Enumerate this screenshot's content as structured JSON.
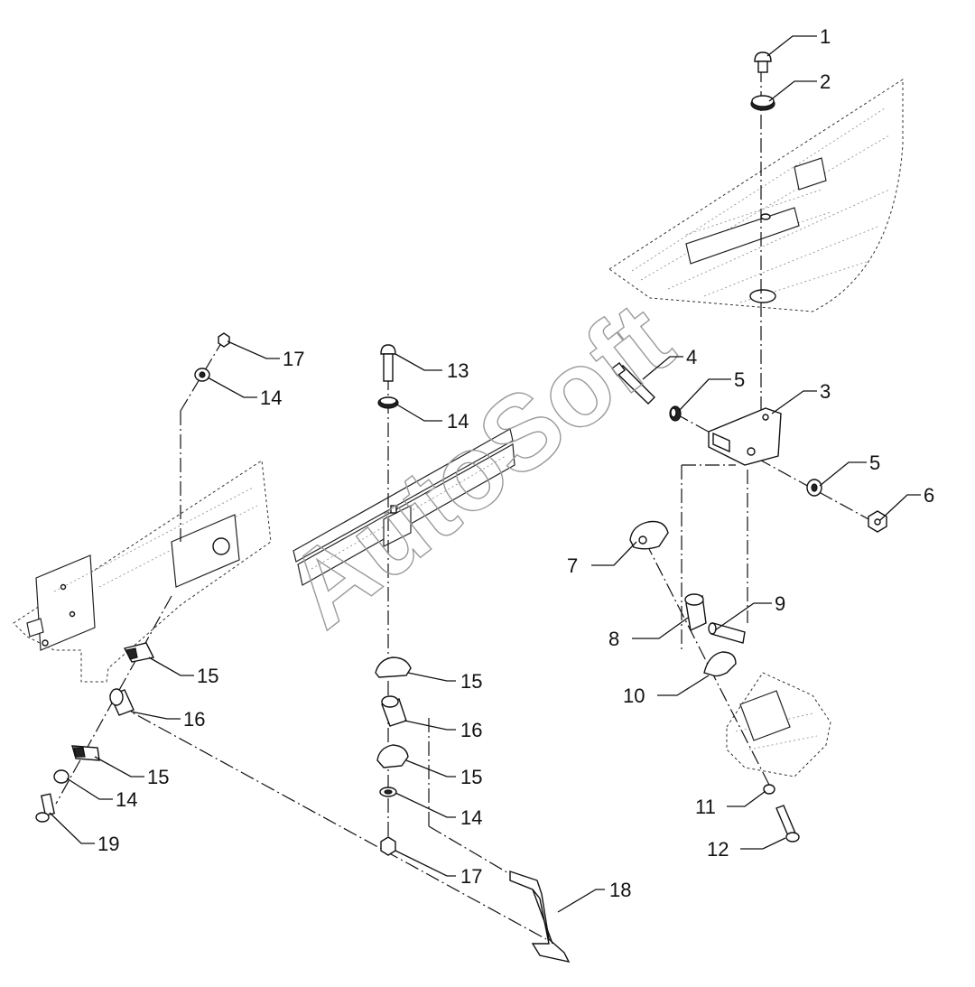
{
  "watermark": "AutoSoft",
  "callouts": {
    "c1": "1",
    "c2": "2",
    "c3": "3",
    "c4": "4",
    "c5a": "5",
    "c5b": "5",
    "c6": "6",
    "c7": "7",
    "c8": "8",
    "c9": "9",
    "c10": "10",
    "c11": "11",
    "c12": "12",
    "c13": "13",
    "c14a": "14",
    "c14b": "14",
    "c14c": "14",
    "c14d": "14",
    "c15a": "15",
    "c15b": "15",
    "c15c": "15",
    "c15d": "15",
    "c16a": "16",
    "c16b": "16",
    "c17a": "17",
    "c17b": "17",
    "c18": "18",
    "c19": "19"
  }
}
